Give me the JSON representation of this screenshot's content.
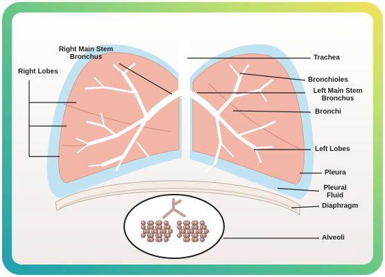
{
  "labels": {
    "right_main_stem_bronchus": "Right Main Stem Bronchus",
    "right_lobes": "Right Lobes",
    "trachea": "Trachea",
    "bronchioles": "Bronchioles",
    "left_main_stem_bronchus": "Left Main Stem Bronchus",
    "bronchi": "Bronchi",
    "left_lobes": "Left Lobes",
    "pleura": "Pleura",
    "pleural_fluid": "Pleural Fluid",
    "diaphragm": "Diaphragm",
    "alveoli": "Alveoli"
  },
  "colors": {
    "frame_gradient": [
      "#2bb5b0",
      "#8fd06a",
      "#f2e25a"
    ],
    "panel_background": "#f4f2ee",
    "lung_tissue": "#f2b6a6",
    "pleural_fluid": "#bfe3f0",
    "airway": "#ffffff",
    "diaphragm": "#f4ece4",
    "alveoli_cluster": "#a8746a",
    "leader_line": "#1e1e1e"
  }
}
